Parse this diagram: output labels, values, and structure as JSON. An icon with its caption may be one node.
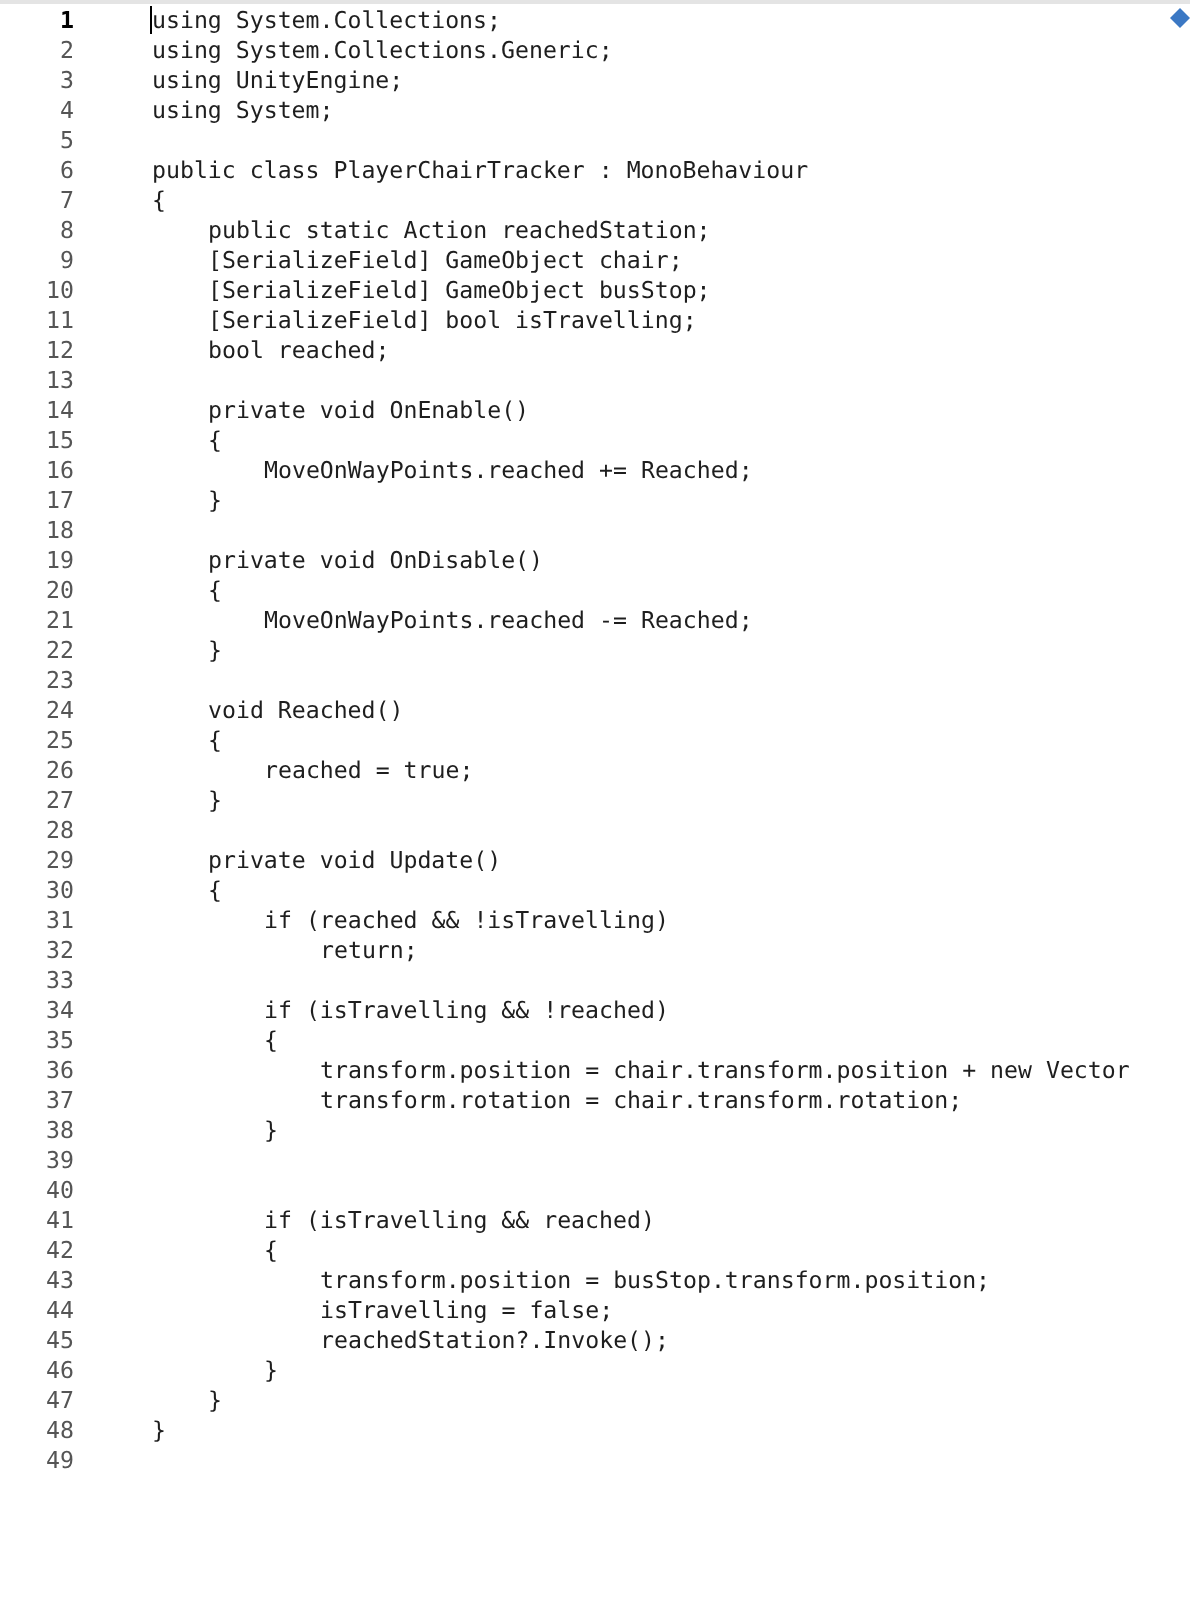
{
  "diagram": {
    "labels": [
      "1",
      "using System.Collections;",
      "2",
      "using System.Collections.Generic;",
      "3",
      "using UnityEngine;",
      "4",
      "using System;",
      "5",
      "6",
      "public class PlayerChairTracker : MonoBehaviour",
      "7",
      "{",
      "8",
      "public static Action reachedStation;",
      "9",
      "[SerializeField] GameObject chair;",
      "10",
      "[SerializeField] GameObject busStop;",
      "11",
      "[SerializeField] bool isTravelling;",
      "12",
      "bool reached;",
      "13",
      "14",
      "private void OnEnable()",
      "15",
      "{",
      "16",
      "MoveOnWayPoints.reached += Reached;",
      "17",
      "}",
      "18",
      "19",
      "private void OnDisable()",
      "20",
      "{",
      "21",
      "MoveOnWayPoints.reached -= Reached;",
      "22",
      "}",
      "23",
      "24",
      "void Reached()",
      "25",
      "{",
      "26",
      "reached = true;",
      "27",
      "}",
      "28",
      "29",
      "private void Update()",
      "30",
      "{",
      "31",
      "if (reached && !isTravelling)",
      "32",
      "return;",
      "33",
      "34",
      "if (isTravelling && !reached)",
      "35",
      "{",
      "36",
      "transform.position = chair.transform.position + new Vector",
      "37",
      "transform.rotation = chair.transform.rotation;",
      "38",
      "}",
      "39",
      "40",
      "41",
      "if (isTravelling && reached)",
      "42",
      "{",
      "43",
      "transform.position = busStop.transform.position;",
      "44",
      "isTravelling = false;",
      "45",
      "reachedStation?.Invoke();",
      "46",
      "}",
      "47",
      "}",
      "48",
      "}",
      "49"
    ]
  }
}
